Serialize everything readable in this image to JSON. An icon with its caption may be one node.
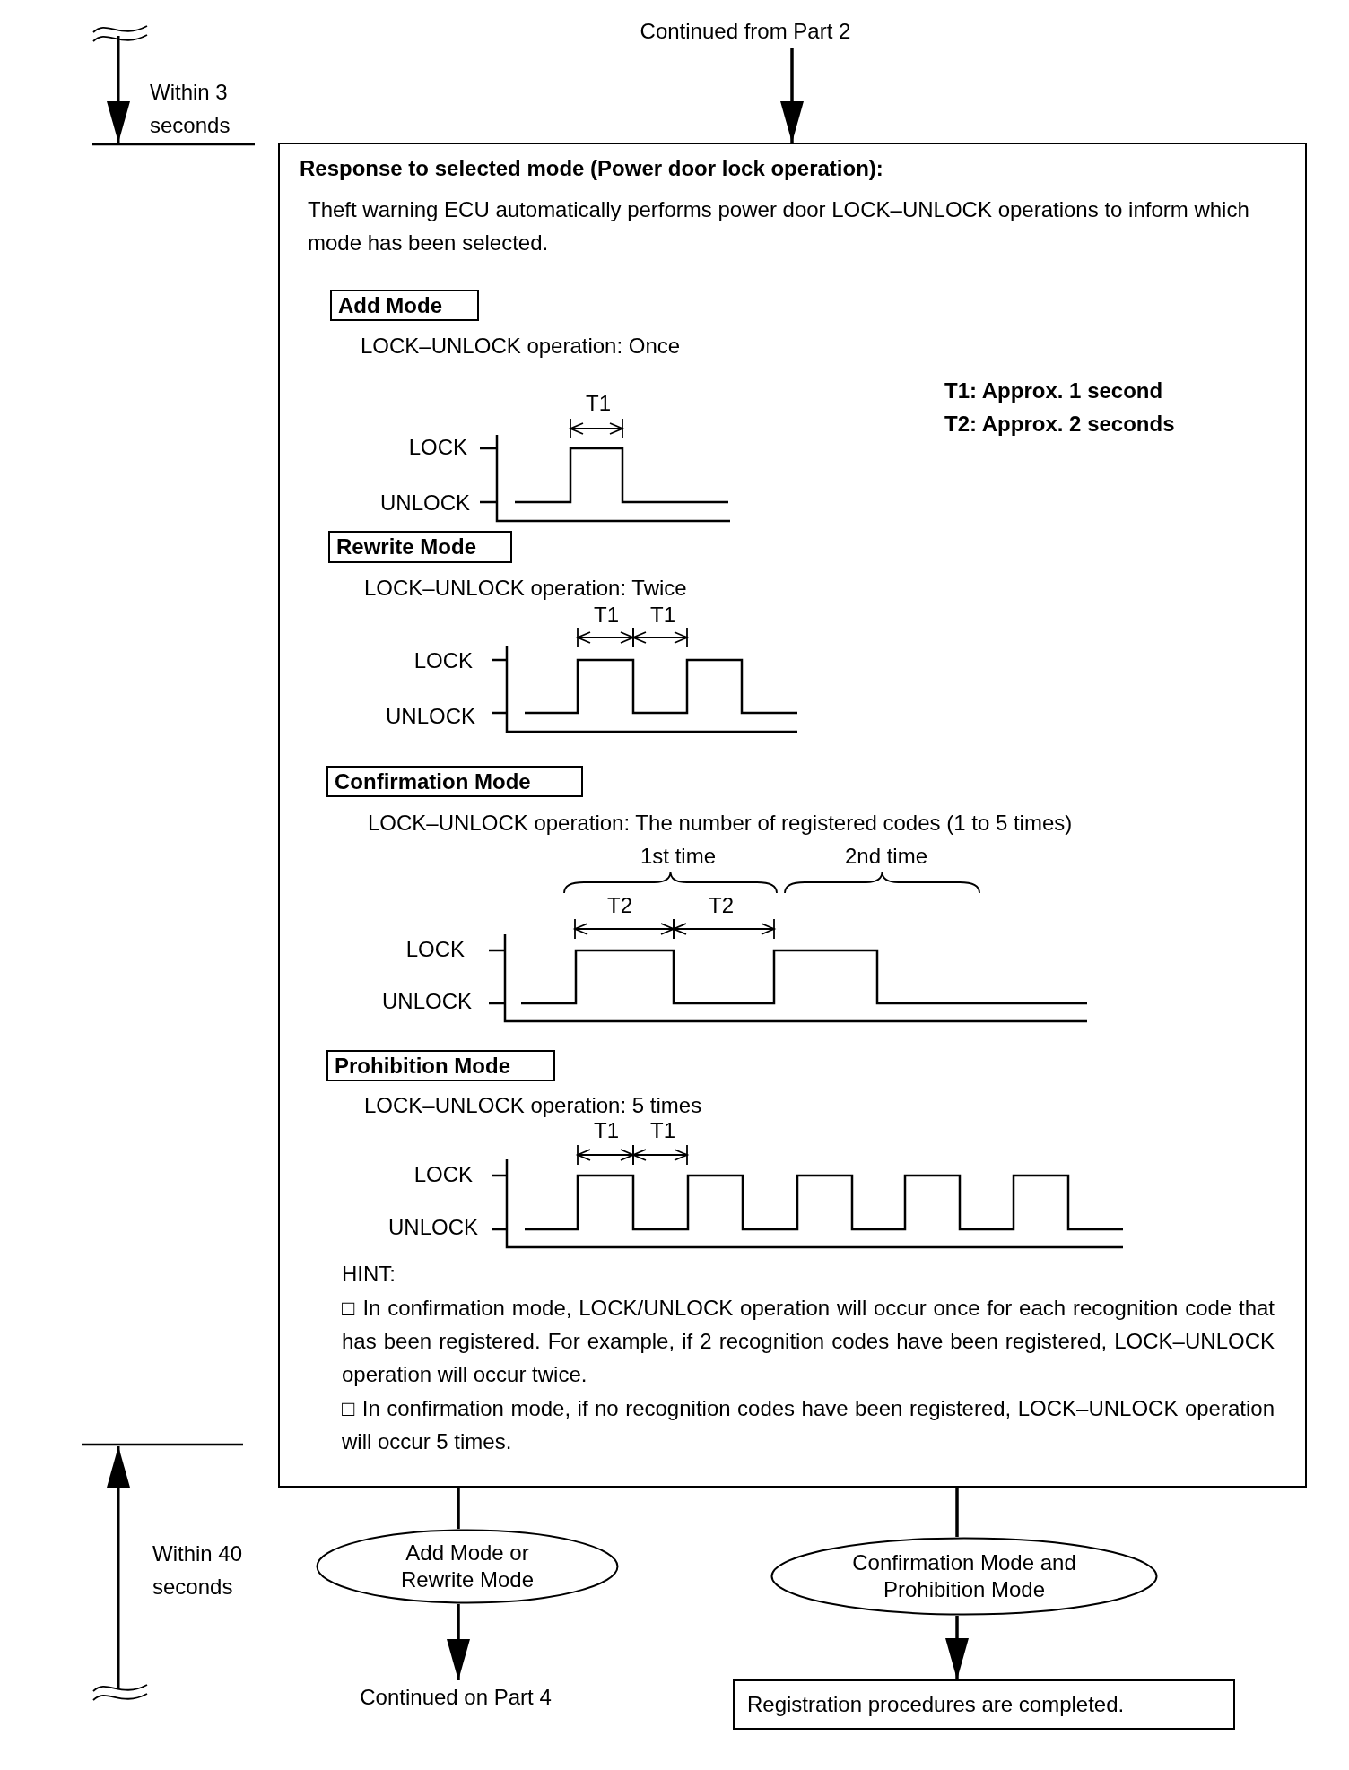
{
  "diagram": {
    "nodes": [
      {
        "text": [
          "Continued from Part 2"
        ]
      },
      {
        "text": [
          "Response to selected mode (Power door lock operation):",
          "Theft warning ECU automatically performs power door LOCK–UNLOCK operations to inform which mode has been selected."
        ]
      },
      {
        "text": [
          "Add Mode"
        ],
        "in": 1,
        "beside": [
          "LOCK–UNLOCK operation: Once"
        ]
      },
      {
        "text": [
          "Rewrite Mode"
        ],
        "in": 1,
        "beside": [
          "LOCK–UNLOCK operation: Twice"
        ]
      },
      {
        "text": [
          "Confirmation Mode"
        ],
        "in": 1,
        "beside": [
          "LOCK–UNLOCK operation: The number of registered codes (1 to 5 times)"
        ]
      },
      {
        "text": [
          "Prohibition Mode"
        ],
        "in": 1,
        "beside": [
          "LOCK–UNLOCK operation: 5 times"
        ]
      },
      {
        "text": [
          "Add Mode or Rewrite Mode"
        ]
      },
      {
        "text": [
          "Confirmation Mode and Prohibition Mode"
        ]
      },
      {
        "text": [
          "Continued on Part 4"
        ]
      },
      {
        "text": [
          "Registration procedures are completed."
        ]
      }
    ],
    "edges": [
      {
        "from": 0,
        "to": 1,
        "arrow": "to"
      },
      {
        "from": 1,
        "to": 6,
        "arrow": "none"
      },
      {
        "from": 1,
        "to": 7,
        "arrow": "none"
      },
      {
        "from": 6,
        "to": 8,
        "arrow": "to"
      },
      {
        "from": 7,
        "to": 9,
        "arrow": "to"
      }
    ],
    "labels": [
      "Within 3 seconds",
      "T1: Approx. 1 second",
      "T2: Approx. 2 seconds",
      "T1",
      "LOCK",
      "UNLOCK",
      "T1",
      "T1",
      "LOCK",
      "UNLOCK",
      "1st time",
      "2nd time",
      "T2",
      "T2",
      "LOCK",
      "UNLOCK",
      "T1",
      "T1",
      "LOCK",
      "UNLOCK",
      "HINT:",
      "□ In confirmation mode, LOCK/UNLOCK operation will occur once for each recognition code that has been registered. For example, if 2 recognition codes have been registered, LOCK–UNLOCK operation will occur twice.",
      "□ In confirmation mode, if no recognition codes have been registered, LOCK–UNLOCK operation will occur 5 times.",
      "Within 40 seconds"
    ]
  }
}
